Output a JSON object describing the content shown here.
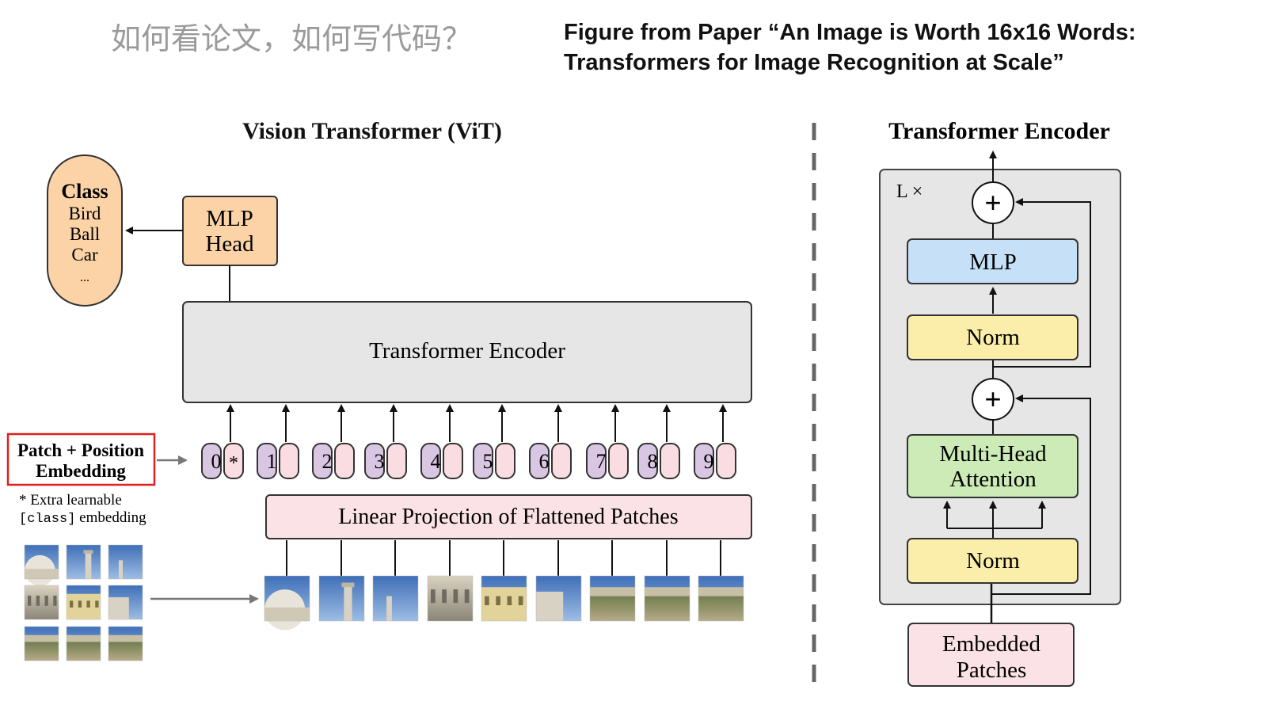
{
  "slide": {
    "chinese_title": "如何看论文，如何写代码？",
    "citation_line1": "Figure from Paper “An Image is Worth 16x16 Words:",
    "citation_line2": "Transformers for Image Recognition at Scale”"
  },
  "vit": {
    "title": "Vision Transformer (ViT)",
    "class_box": {
      "heading": "Class",
      "items": [
        "Bird",
        "Ball",
        "Car",
        "..."
      ]
    },
    "mlp_head": {
      "line1": "MLP",
      "line2": "Head"
    },
    "encoder_label": "Transformer Encoder",
    "patch_pos": {
      "line1": "Patch + Position",
      "line2": "Embedding"
    },
    "note": {
      "line1": "* Extra learnable",
      "code": "[class]",
      "line2_rest": " embedding"
    },
    "tokens": [
      "0",
      "1",
      "2",
      "3",
      "4",
      "5",
      "6",
      "7",
      "8",
      "9"
    ],
    "class_token_marker": "*",
    "projection_label": "Linear Projection of Flattened Patches"
  },
  "encoder_detail": {
    "title": "Transformer Encoder",
    "repeat": "L ×",
    "plus": "+",
    "mlp": "MLP",
    "norm_top": "Norm",
    "mha": {
      "line1": "Multi-Head",
      "line2": "Attention"
    },
    "norm_bottom": "Norm",
    "embedded": {
      "line1": "Embedded",
      "line2": "Patches"
    }
  },
  "colors": {
    "mlp_head_fill": "#fbd3a6",
    "class_fill": "#fbd3a6",
    "encoder_fill": "#e6e6e6",
    "token_pos_fill": "#d8c6e2",
    "token_patch_fill": "#f9dde3",
    "projection_fill": "#fbe2e6",
    "mlp_fill": "#c6e1f7",
    "norm_fill": "#fbeeaa",
    "mha_fill": "#cdebb6",
    "embedded_fill": "#fbe2e6",
    "highlight_red": "#e02020",
    "arrow_gray": "#777777"
  },
  "icons": {
    "patch_thumbnail": "building-photo-icon",
    "arrow": "arrow-icon",
    "plus_circle": "plus-circle-icon"
  }
}
